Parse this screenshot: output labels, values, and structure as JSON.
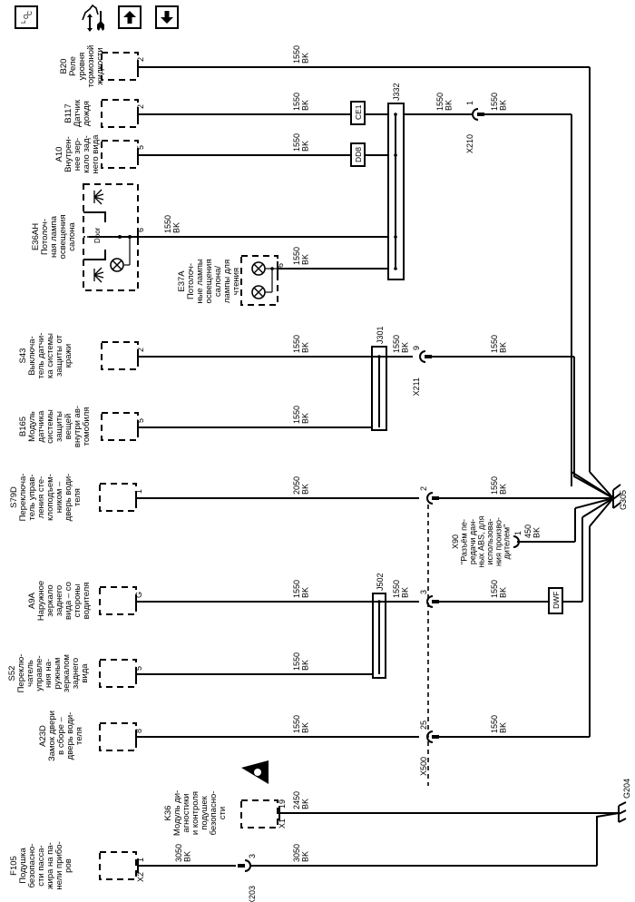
{
  "toolbar": {
    "loc_label": "LOC",
    "icons": [
      "location-icon",
      "service-info-icon",
      "arrow-up-icon",
      "arrow-down-icon"
    ]
  },
  "components": {
    "B20": {
      "id": "B20",
      "desc": [
        "Реле",
        "уровня",
        "тормозной",
        "жидкости"
      ],
      "pin": "2"
    },
    "B117": {
      "id": "B117",
      "desc": [
        "Датчик",
        "дождя"
      ],
      "pin": "2"
    },
    "A10": {
      "id": "A10",
      "desc": [
        "Внутрен-",
        "нее зер-",
        "кало зад-",
        "него вида"
      ],
      "pin": "5"
    },
    "E36AH": {
      "id": "E36AH",
      "desc": [
        "Потолоч-",
        "ная лампа",
        "освещения",
        "салона"
      ],
      "pin": "6",
      "door_label": "Door"
    },
    "E37A": {
      "id": "E37A",
      "desc": [
        "Потолоч-",
        "ные лампы",
        "освещения",
        "салона/",
        "лампы для",
        "чтения"
      ],
      "pin": "6"
    },
    "S43": {
      "id": "S43",
      "desc": [
        "Выключа-",
        "тель датчи-",
        "ка системы",
        "защиты от",
        "кражи"
      ],
      "pin": "2"
    },
    "B165": {
      "id": "B165",
      "desc": [
        "Модуль",
        "датчика",
        "системы",
        "защиты",
        "вещей",
        "внутри ав-",
        "томобиля"
      ],
      "pin": "5"
    },
    "S79D": {
      "id": "S79D",
      "desc": [
        "Переключа-",
        "тель управ-",
        "ления сте-",
        "клоподъем-",
        "ником –",
        "дверь води-",
        "теля"
      ],
      "pin": "1"
    },
    "A9A": {
      "id": "A9A",
      "desc": [
        "Наружное",
        "зеркало",
        "заднего",
        "вида – со",
        "стороны",
        "водителя"
      ],
      "pin": "G"
    },
    "S52": {
      "id": "S52",
      "desc": [
        "Переклю-",
        "чатель",
        "управле-",
        "ния на-",
        "ружным",
        "зеркалом",
        "заднего",
        "вида"
      ],
      "pin": "5"
    },
    "A23D": {
      "id": "A23D",
      "desc": [
        "Замок двери",
        "в сборе –",
        "дверь води-",
        "теля"
      ],
      "pin": "8"
    },
    "K36": {
      "id": "K36",
      "desc": [
        "Модуль ди-",
        "агностики",
        "и контроля",
        "подушек",
        "безопасно-",
        "сти"
      ],
      "pin": "19",
      "connector": "X1"
    },
    "F105": {
      "id": "F105",
      "desc": [
        "Подушка",
        "безопасно-",
        "сти пасса-",
        "жира на па-",
        "нели прибо-",
        "ров"
      ],
      "pin": "1",
      "connector": "X2"
    }
  },
  "wires": {
    "gauge_1550": "1550",
    "gauge_2050": "2050",
    "gauge_450": "450",
    "gauge_2450": "2450",
    "gauge_3050": "3050",
    "color_bk": "BK"
  },
  "splices": {
    "J332": "J332",
    "J301": "J301",
    "J502": "J502"
  },
  "connectors": {
    "X210": {
      "id": "X210",
      "pin": "1"
    },
    "X211": {
      "id": "X211",
      "pin": "9"
    },
    "X500": {
      "id": "X500",
      "pins": [
        "2",
        "3",
        "25"
      ]
    },
    "X203": {
      "id": "X203",
      "pin": "3"
    },
    "X90": {
      "id": "X90",
      "pin": "1",
      "desc": [
        "\"Разъём пе-",
        "редачи дан-",
        "ных ABS, для",
        "использова-",
        "ния произво-",
        "дителем\""
      ]
    }
  },
  "options": {
    "CE1": "CE1",
    "DD8": "DD8",
    "DWF": "DWF"
  },
  "grounds": {
    "G305": "G305",
    "G204": "G204"
  }
}
